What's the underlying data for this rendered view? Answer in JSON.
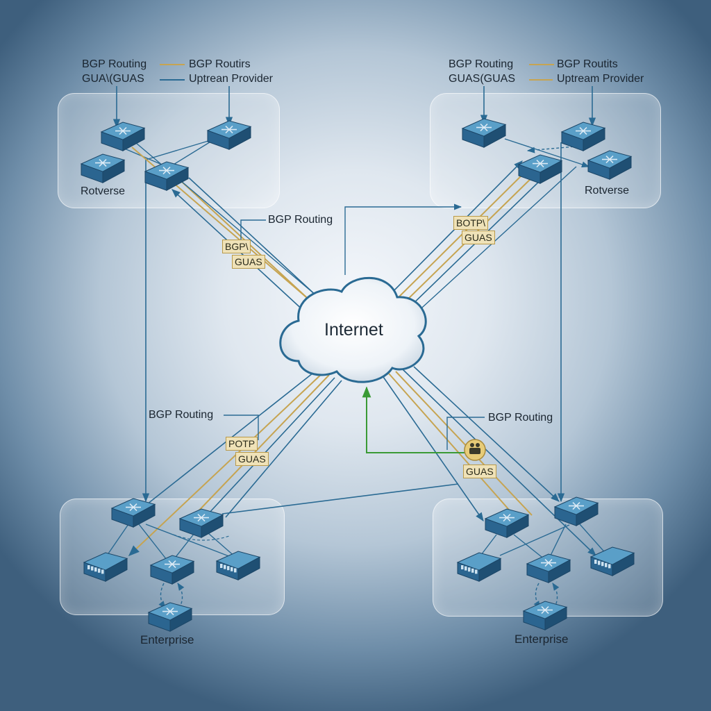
{
  "colors": {
    "link_blue": "#2a6a93",
    "link_gold": "#c6a451",
    "link_green": "#3a9a35",
    "device_top": "#5a9fc8",
    "device_side": "#2b6590"
  },
  "icons": {
    "switch": "switch-icon",
    "router": "router-icon",
    "cloud": "cloud-icon",
    "badge": "badge-icon"
  },
  "top_left": {
    "legend_1": "BGP Routing",
    "legend_2": "GUA\\(GUAS",
    "legend_3": "BGP Routirs",
    "legend_4": "Uptrean Provider",
    "region": "Rotverse"
  },
  "top_right": {
    "legend_1": "BGP Routing",
    "legend_2": "GUAS(GUAS",
    "legend_3": "BGP Routits",
    "legend_4": "Uptream Provider",
    "region": "Rotverse"
  },
  "center": {
    "cloud": "Internet",
    "routing_nw": "BGP Routing",
    "tag_nw_1": "BGP\\",
    "tag_nw_2": "GUAS",
    "tag_ne_1": "BOTP\\",
    "tag_ne_2": "GUAS",
    "routing_sw": "BGP Routing",
    "tag_sw_1": "POTP",
    "tag_sw_2": "GUAS",
    "routing_se": "BGP Routing",
    "tag_se_1": "GUAS"
  },
  "bottom_left": {
    "region": "Enterprise"
  },
  "bottom_right": {
    "region": "Enterprise"
  }
}
